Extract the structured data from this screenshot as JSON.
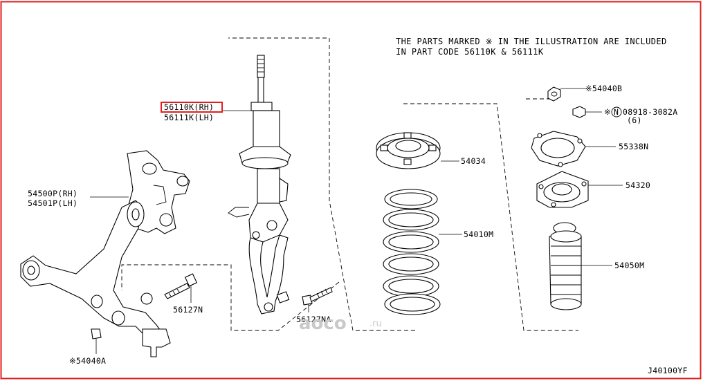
{
  "note": {
    "line1": "THE PARTS MARKED  ※ IN THE ILLUSTRATION ARE INCLUDED",
    "line2": "IN PART CODE 56110K & 56111K"
  },
  "labels": {
    "strut_rh": "56110K(RH)",
    "strut_lh": "56111K(LH)",
    "knuckle_rh": "54500P(RH)",
    "knuckle_lh": "54501P(LH)",
    "bolt_56127n": "56127N",
    "bolt_56127na": "56127NA",
    "nut_54040a": "※54040A",
    "nut_54040b": "※54040B",
    "nut_08918_prefix": "※",
    "nut_08918_circle": "N",
    "nut_08918": "08918-3082A",
    "nut_08918_qty": "(6)",
    "seat_55338n": "55338N",
    "mount_54320": "54320",
    "seat_54034": "54034",
    "spring_54010m": "54010M",
    "bound_54050m": "54050M"
  },
  "diagram_code": "J40100YF",
  "watermark": {
    "brand": "aoco",
    "suffix": ".ru"
  },
  "colors": {
    "frame": "#e02020",
    "highlight": "#e02020",
    "line": "#000000",
    "watermark": "#c9c9c9"
  }
}
